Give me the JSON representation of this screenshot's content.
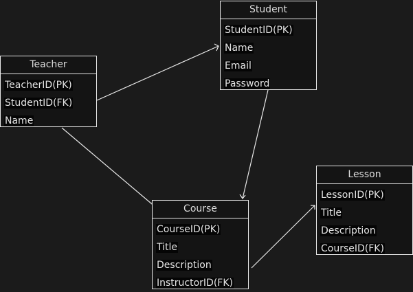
{
  "entities": {
    "student": {
      "title": "Student",
      "attributes": [
        "StudentID(PK)",
        "Name",
        "Email",
        "Password"
      ]
    },
    "teacher": {
      "title": "Teacher",
      "attributes": [
        "TeacherID(PK)",
        "StudentID(FK)",
        "Name"
      ]
    },
    "course": {
      "title": "Course",
      "attributes": [
        "CourseID(PK)",
        "Title",
        "Description",
        "InstructorID(FK)"
      ]
    },
    "lesson": {
      "title": "Lesson",
      "attributes": [
        "LessonID(PK)",
        "Title",
        "Description",
        "CourseID(FK)"
      ]
    }
  },
  "relationships": [
    {
      "from": "teacher",
      "to": "student",
      "to_end": "crowfoot"
    },
    {
      "from": "student",
      "to": "course",
      "to_end": "crowfoot"
    },
    {
      "from": "teacher",
      "to": "course",
      "to_end": "crowfoot"
    },
    {
      "from": "course",
      "to": "lesson",
      "to_end": "crowfoot"
    }
  ],
  "colors": {
    "background": "#1b1b1b",
    "line": "#e8e8e8",
    "text": "#e4e4e4"
  }
}
